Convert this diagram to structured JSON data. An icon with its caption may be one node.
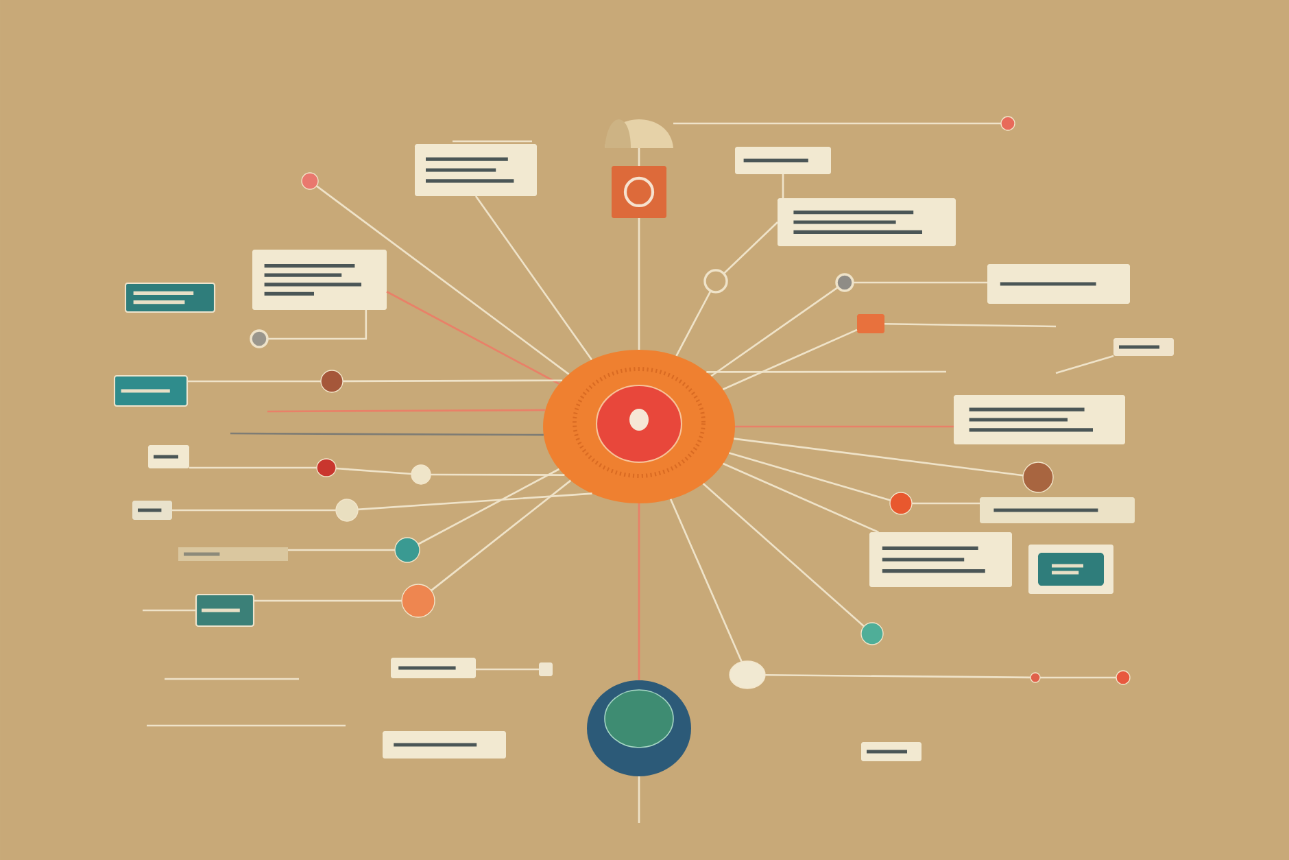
{
  "diagram": {
    "nodes": [
      {
        "text": [],
        "shape": "circle"
      },
      {
        "text": [],
        "shape": "cone"
      },
      {
        "text": [],
        "shape": "box"
      },
      {
        "text": [],
        "shape": "circle"
      },
      {
        "text": [],
        "shape": "box"
      },
      {
        "text": [],
        "shape": "box"
      },
      {
        "text": [],
        "shape": "box"
      },
      {
        "text": [],
        "shape": "box"
      },
      {
        "text": [],
        "shape": "box"
      },
      {
        "text": [],
        "shape": "box"
      },
      {
        "text": [],
        "shape": "box"
      },
      {
        "text": [],
        "shape": "box"
      },
      {
        "text": [],
        "shape": "box"
      },
      {
        "text": [],
        "shape": "box"
      },
      {
        "text": [],
        "shape": "box"
      },
      {
        "text": [],
        "shape": "box"
      },
      {
        "text": [],
        "shape": "box"
      },
      {
        "text": [],
        "shape": "box"
      },
      {
        "text": [],
        "shape": "box"
      },
      {
        "text": [],
        "shape": "box"
      },
      {
        "text": [],
        "shape": "box"
      },
      {
        "text": [],
        "shape": "box"
      },
      {
        "text": [],
        "shape": "bar"
      },
      {
        "text": [],
        "shape": "circle"
      },
      {
        "text": [],
        "shape": "circle"
      },
      {
        "text": [],
        "shape": "circle"
      },
      {
        "text": [],
        "shape": "circle"
      },
      {
        "text": [],
        "shape": "box"
      },
      {
        "text": [],
        "shape": "circle"
      },
      {
        "text": [],
        "shape": "circle"
      },
      {
        "text": [],
        "shape": "circle"
      },
      {
        "text": [],
        "shape": "circle"
      },
      {
        "text": [],
        "shape": "circle"
      },
      {
        "text": [],
        "shape": "circle"
      },
      {
        "text": [],
        "shape": "circle"
      },
      {
        "text": [],
        "shape": "circle"
      },
      {
        "text": [],
        "shape": "circle"
      },
      {
        "text": [],
        "shape": "circle"
      },
      {
        "text": [],
        "shape": "circle"
      },
      {
        "text": [],
        "shape": "box"
      },
      {
        "text": [],
        "shape": "circle"
      },
      {
        "text": [],
        "shape": "circle"
      }
    ],
    "edges": [
      {
        "from": 1,
        "to": 2,
        "arrow": "none"
      },
      {
        "from": 2,
        "to": 0,
        "arrow": "none"
      },
      {
        "from": 0,
        "to": 3,
        "arrow": "none",
        "color": "#e98068"
      },
      {
        "from": 3,
        "to": null,
        "arrow": "none"
      },
      {
        "from": 1,
        "to": 38,
        "arrow": "none"
      },
      {
        "from": 23,
        "to": 0,
        "arrow": "none"
      },
      {
        "from": 4,
        "to": 0,
        "arrow": "none"
      },
      {
        "from": 7,
        "to": 24,
        "arrow": "none"
      },
      {
        "from": 7,
        "to": 0,
        "arrow": "none",
        "color": "#e98068"
      },
      {
        "from": 10,
        "to": 28,
        "arrow": "none"
      },
      {
        "from": 28,
        "to": 0,
        "arrow": "none"
      },
      {
        "from": null,
        "to": 0,
        "arrow": "none",
        "color": "#e98068"
      },
      {
        "from": null,
        "to": 0,
        "arrow": "none",
        "color": "#7e7c74"
      },
      {
        "from": 12,
        "to": 29,
        "arrow": "none"
      },
      {
        "from": 29,
        "to": 30,
        "arrow": "none"
      },
      {
        "from": 30,
        "to": 0,
        "arrow": "none"
      },
      {
        "from": 13,
        "to": 31,
        "arrow": "none"
      },
      {
        "from": 31,
        "to": 0,
        "arrow": "none"
      },
      {
        "from": 22,
        "to": 32,
        "arrow": "none"
      },
      {
        "from": 32,
        "to": 0,
        "arrow": "none"
      },
      {
        "from": 17,
        "to": 33,
        "arrow": "none"
      },
      {
        "from": 33,
        "to": 0,
        "arrow": "none"
      },
      {
        "from": null,
        "to": 17,
        "arrow": "none"
      },
      {
        "from": 19,
        "to": 39,
        "arrow": "none"
      },
      {
        "from": 6,
        "to": 25,
        "arrow": "none"
      },
      {
        "from": 25,
        "to": 0,
        "arrow": "none"
      },
      {
        "from": 5,
        "to": 6,
        "arrow": "none"
      },
      {
        "from": 26,
        "to": 9,
        "arrow": "none"
      },
      {
        "from": 26,
        "to": 0,
        "arrow": "none"
      },
      {
        "from": 27,
        "to": null,
        "arrow": "none"
      },
      {
        "from": 27,
        "to": 0,
        "arrow": "none"
      },
      {
        "from": 0,
        "to": null,
        "arrow": "none"
      },
      {
        "from": null,
        "to": 18,
        "arrow": "none"
      },
      {
        "from": 0,
        "to": 11,
        "arrow": "none",
        "color": "#e98068"
      },
      {
        "from": 0,
        "to": 34,
        "arrow": "none"
      },
      {
        "from": 0,
        "to": 35,
        "arrow": "none"
      },
      {
        "from": 35,
        "to": 14,
        "arrow": "none"
      },
      {
        "from": 0,
        "to": 15,
        "arrow": "none"
      },
      {
        "from": 0,
        "to": 36,
        "arrow": "none"
      },
      {
        "from": 37,
        "to": 0,
        "arrow": "none"
      },
      {
        "from": 37,
        "to": 40,
        "arrow": "none"
      },
      {
        "from": 40,
        "to": 41,
        "arrow": "none"
      }
    ]
  }
}
